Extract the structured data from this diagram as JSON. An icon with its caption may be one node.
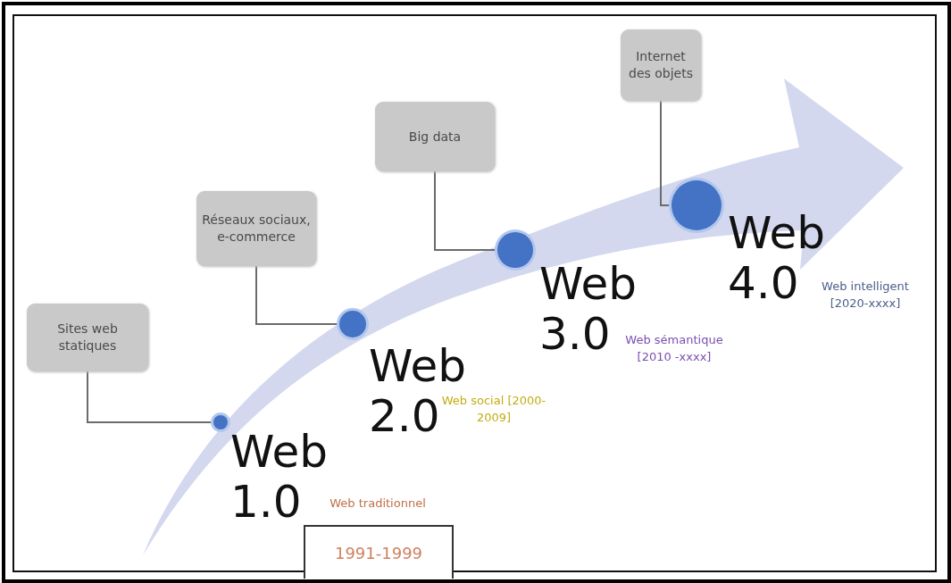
{
  "diagram": {
    "nodes": [
      {
        "text": [
          "Sites web statiques"
        ]
      },
      {
        "text": [],
        "shape": "circle",
        "beside": [
          "Web 1.0",
          "Web traditionnel"
        ]
      },
      {
        "text": [
          "1991-1999"
        ]
      },
      {
        "text": [
          "Réseaux sociaux, e-commerce"
        ]
      },
      {
        "text": [],
        "shape": "circle",
        "beside": [
          "Web 2.0",
          "Web social [2000-2009]"
        ]
      },
      {
        "text": [
          "Big data"
        ]
      },
      {
        "text": [],
        "shape": "circle",
        "beside": [
          "Web 3.0",
          "Web sémantique [2010 -xxxx]"
        ]
      },
      {
        "text": [
          "Internet des objets"
        ]
      },
      {
        "text": [],
        "shape": "circle",
        "beside": [
          "Web 4.0",
          "Web intelligent [2020-xxxx]"
        ]
      }
    ],
    "edges": [
      {
        "from": 0,
        "to": 1,
        "arrow": "none"
      },
      {
        "from": 3,
        "to": 4,
        "arrow": "none"
      },
      {
        "from": 5,
        "to": 6,
        "arrow": "none"
      },
      {
        "from": 7,
        "to": 8,
        "arrow": "none"
      }
    ]
  }
}
